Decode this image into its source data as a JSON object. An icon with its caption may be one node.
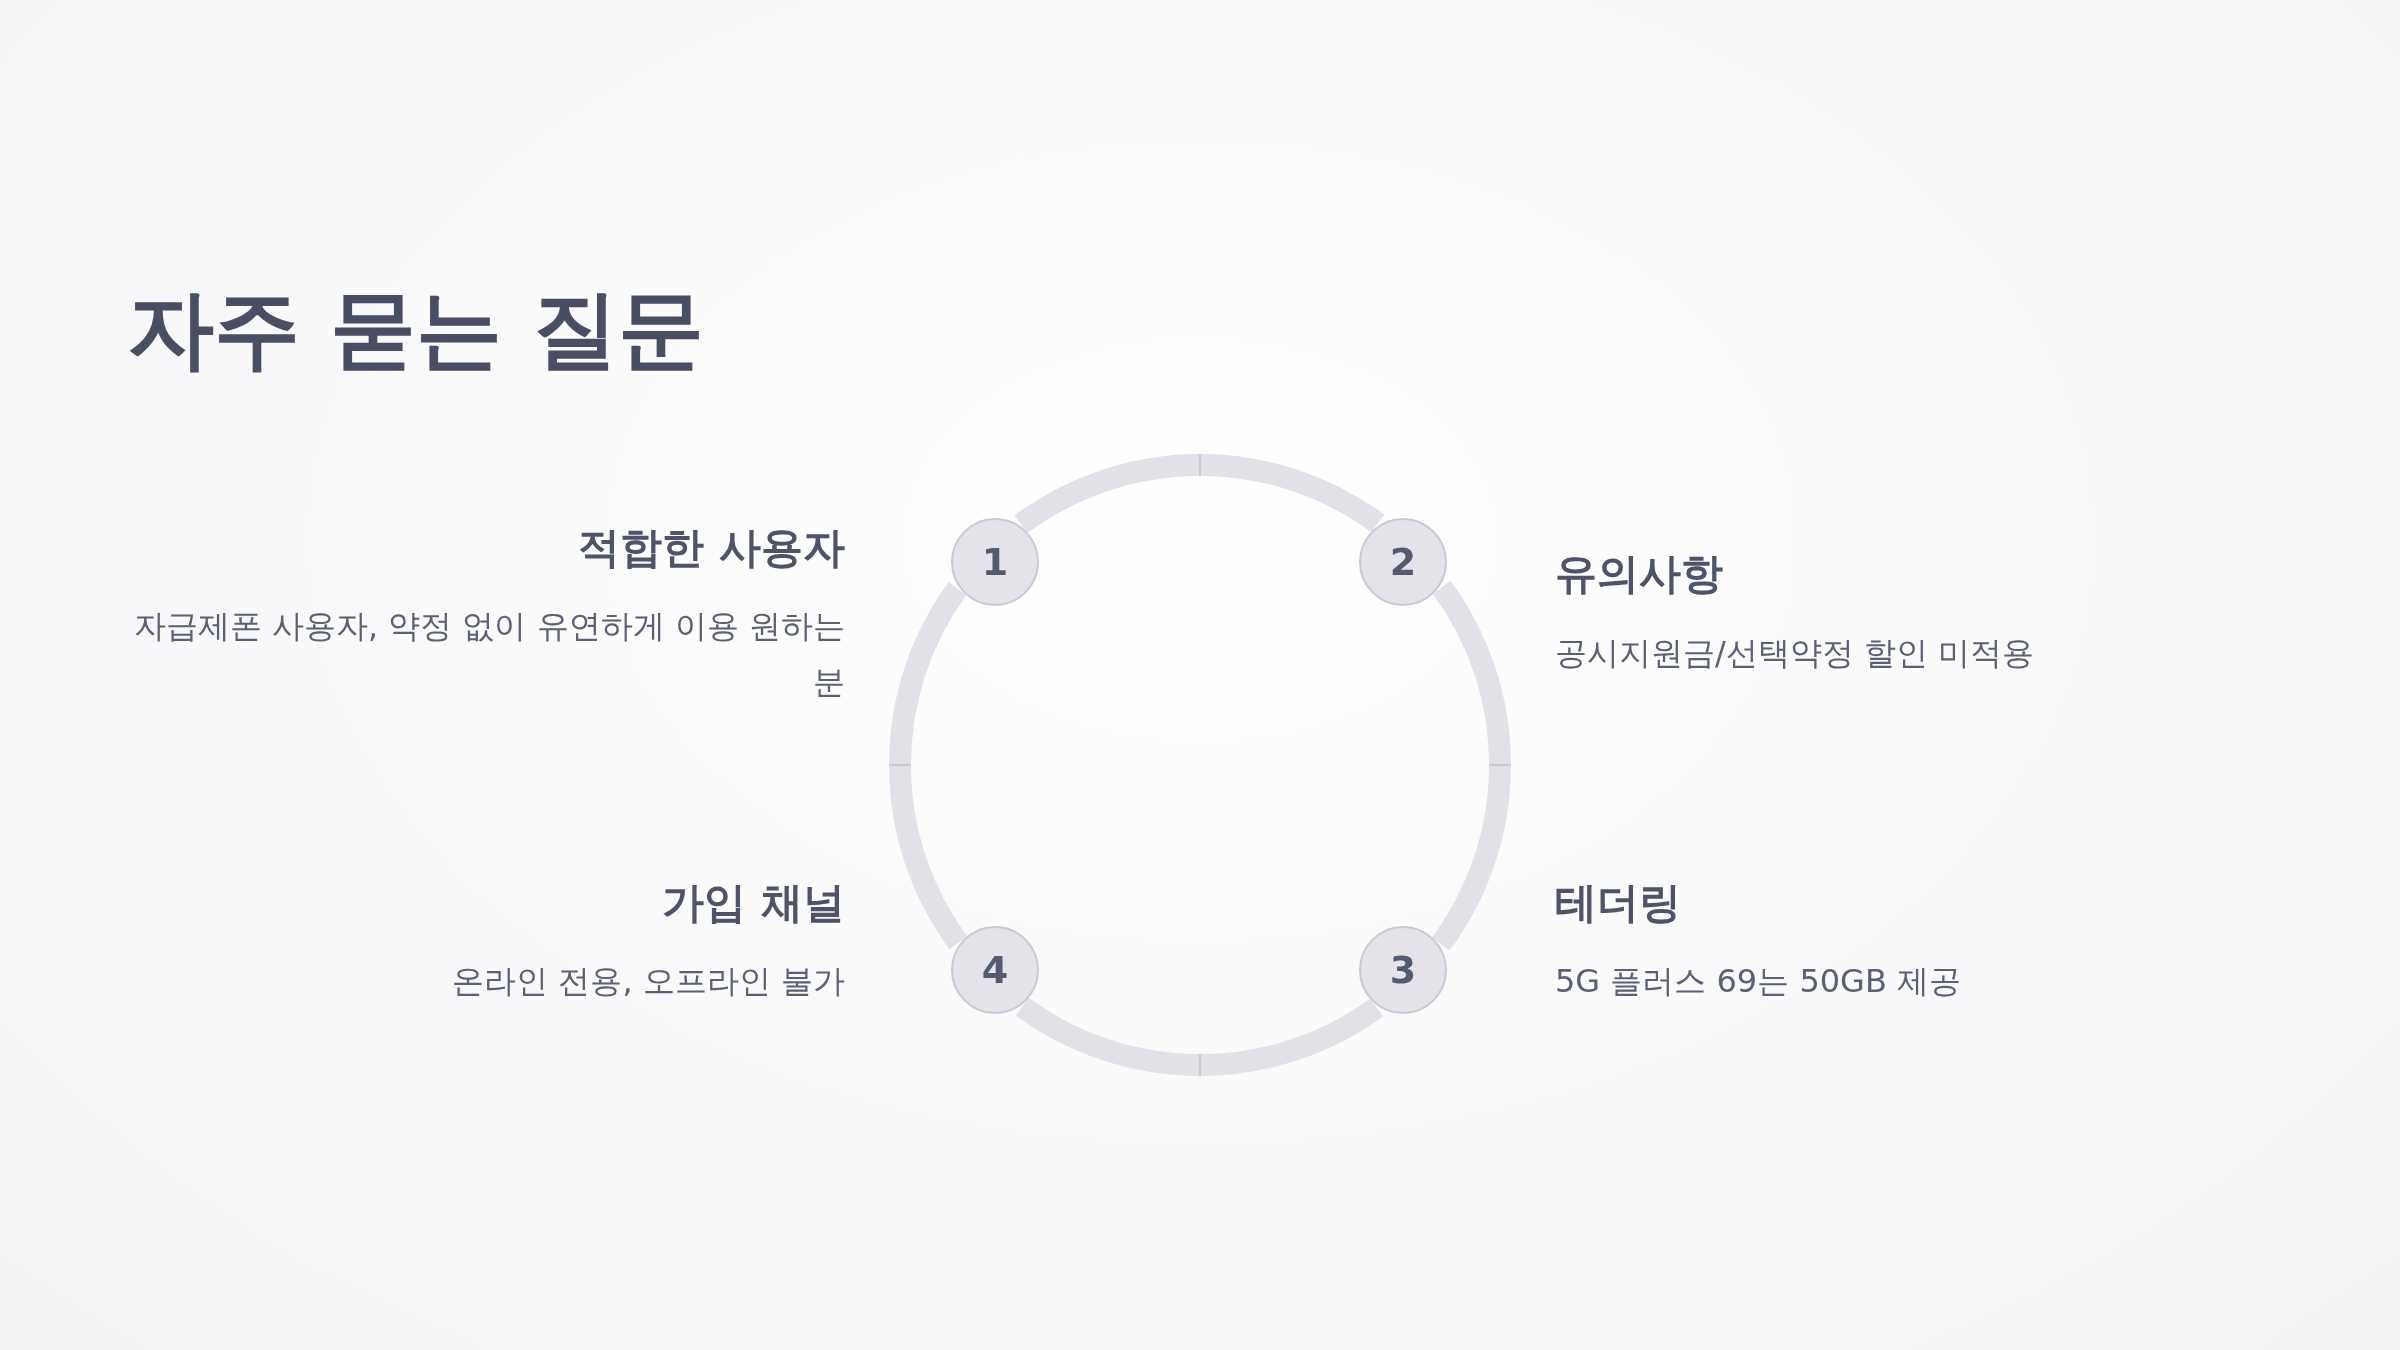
{
  "diagram": {
    "title": "자주 묻는 질문",
    "nodes": [
      {
        "text": [
          "1"
        ]
      },
      {
        "text": [
          "2"
        ]
      },
      {
        "text": [
          "3"
        ]
      },
      {
        "text": [
          "4"
        ]
      }
    ],
    "edges": [
      {
        "from": 0,
        "to": 1,
        "arrow": "none"
      },
      {
        "from": 1,
        "to": 2,
        "arrow": "none"
      },
      {
        "from": 2,
        "to": 3,
        "arrow": "none"
      },
      {
        "from": 3,
        "to": 0,
        "arrow": "none"
      }
    ],
    "labels": [
      "적합한 사용자",
      "자급제폰 사용자, 약정 없이 유연하게 이용 원하는 분",
      "유의사항",
      "공시지원금/선택약정 할인 미적용",
      "가입 채널",
      "온라인 전용, 오프라인 불가",
      "테더링",
      "5G 플러스 69는 50GB 제공"
    ]
  }
}
